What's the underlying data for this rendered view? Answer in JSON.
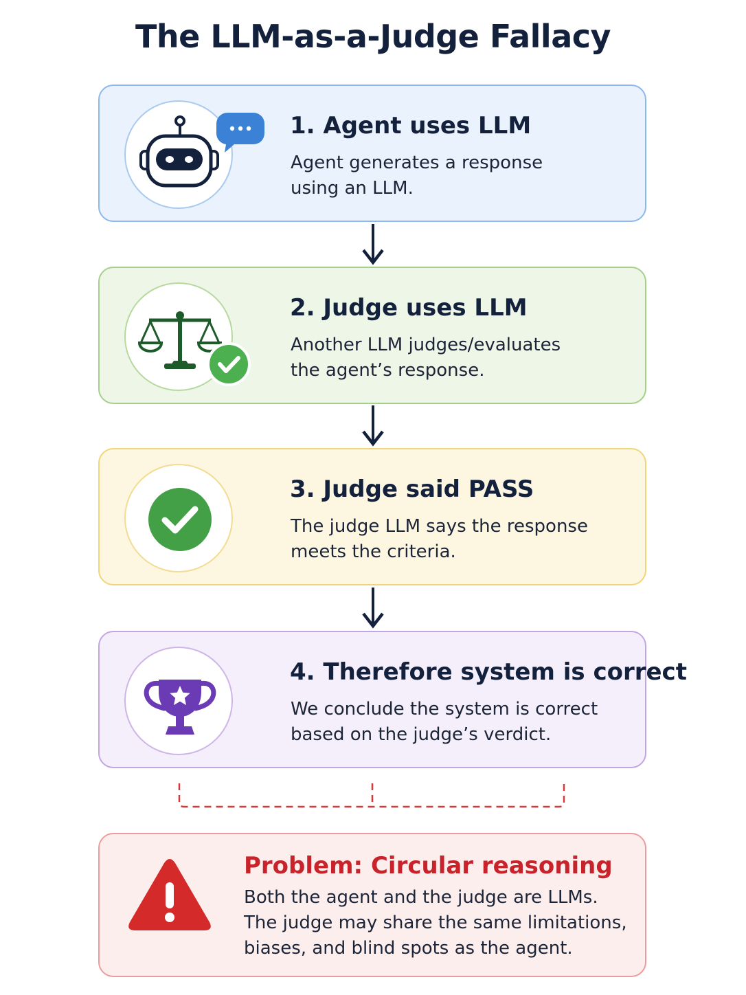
{
  "title": "The LLM-as-a-Judge Fallacy",
  "steps": [
    {
      "heading": "1. Agent uses LLM",
      "body_lines": [
        "Agent generates a response",
        "using an LLM."
      ],
      "icon": "robot-chat-icon",
      "color": "#3b82d6"
    },
    {
      "heading": "2. Judge uses LLM",
      "body_lines": [
        "Another LLM judges/evaluates",
        "the agent’s response."
      ],
      "icon": "scales-check-icon",
      "color": "#4caf50"
    },
    {
      "heading": "3. Judge said PASS",
      "body_lines": [
        "The judge LLM says the response",
        "meets the criteria."
      ],
      "icon": "check-circle-icon",
      "color": "#43a047"
    },
    {
      "heading": "4. Therefore system is correct",
      "body_lines": [
        "We conclude the system is correct",
        "based on the judge’s verdict."
      ],
      "icon": "trophy-icon",
      "color": "#6a3bb5"
    }
  ],
  "problem": {
    "heading": "Problem: Circular reasoning",
    "body_lines": [
      "Both the agent and the judge are LLMs.",
      "The judge may share the same limitations,",
      "biases, and blind spots as the agent."
    ],
    "icon": "warning-triangle-icon",
    "color": "#c8232b"
  }
}
